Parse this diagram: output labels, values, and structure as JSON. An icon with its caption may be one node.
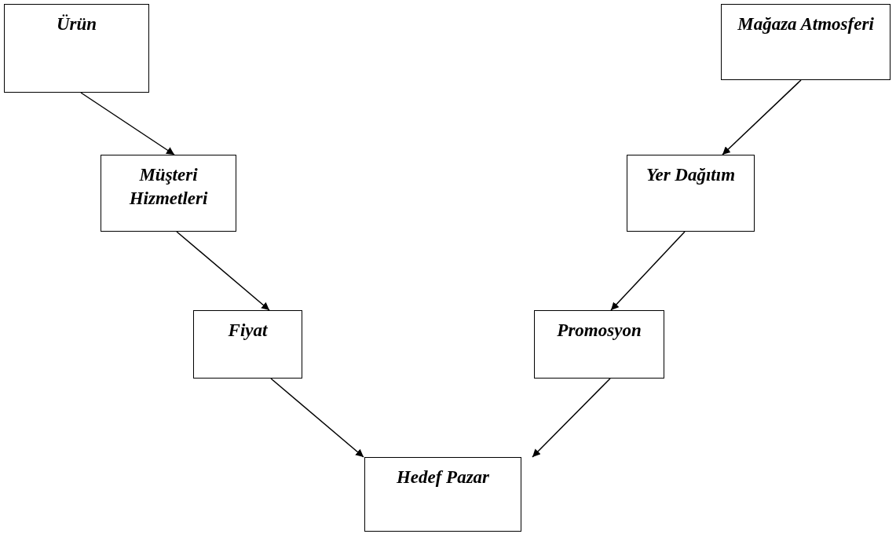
{
  "diagram": {
    "nodes": [
      {
        "text": [
          "Ürün"
        ]
      },
      {
        "text": [
          "Mağaza Atmosferi"
        ]
      },
      {
        "text": [
          "Müşteri Hizmetleri"
        ]
      },
      {
        "text": [
          "Yer Dağıtım"
        ]
      },
      {
        "text": [
          "Fiyat"
        ]
      },
      {
        "text": [
          "Promosyon"
        ]
      },
      {
        "text": [
          "Hedef Pazar"
        ]
      }
    ],
    "edges": [
      {
        "from": 0,
        "to": 2,
        "arrow": "to"
      },
      {
        "from": 1,
        "to": 3,
        "arrow": "to"
      },
      {
        "from": 2,
        "to": 4,
        "arrow": "to"
      },
      {
        "from": 3,
        "to": 5,
        "arrow": "to"
      },
      {
        "from": 4,
        "to": 6,
        "arrow": "to"
      },
      {
        "from": 5,
        "to": 6,
        "arrow": "to"
      }
    ]
  }
}
